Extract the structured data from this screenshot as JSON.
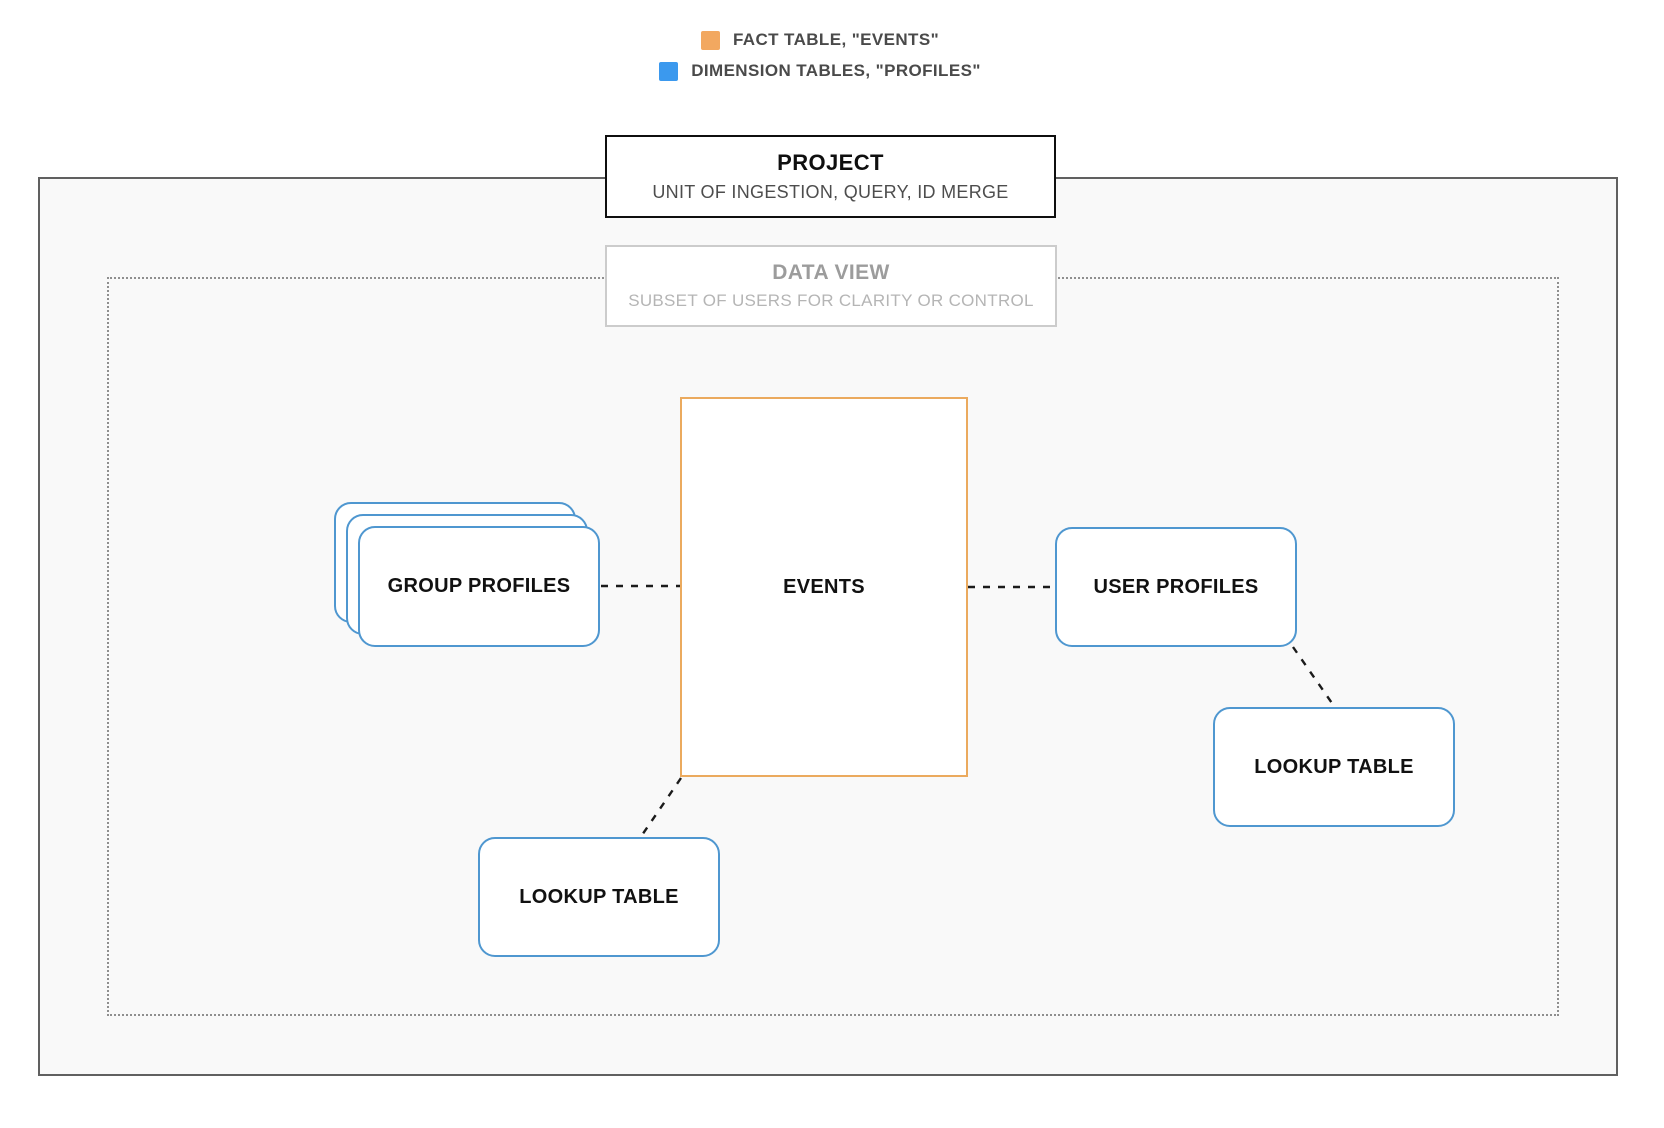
{
  "legend": {
    "items": [
      {
        "id": "fact",
        "label": "FACT TABLE, \"EVENTS\"",
        "color": "#f2a860"
      },
      {
        "id": "dimension",
        "label": "DIMENSION TABLES, \"PROFILES\"",
        "color": "#3b99ee"
      }
    ]
  },
  "boundaries": {
    "project": {
      "title": "PROJECT",
      "subtitle": "UNIT OF INGESTION, QUERY, ID MERGE"
    },
    "data_view": {
      "title": "DATA VIEW",
      "subtitle": "SUBSET OF USERS FOR CLARITY OR CONTROL"
    }
  },
  "nodes": {
    "events": {
      "label": "EVENTS",
      "type": "fact",
      "border_color": "#ebaa5e"
    },
    "group_profiles": {
      "label": "GROUP PROFILES",
      "type": "dimension",
      "border_color": "#4f97d0",
      "stacked": true
    },
    "user_profiles": {
      "label": "USER PROFILES",
      "type": "dimension",
      "border_color": "#4f97d0"
    },
    "lookup_bottom": {
      "label": "LOOKUP TABLE",
      "type": "dimension",
      "border_color": "#4f97d0"
    },
    "lookup_right": {
      "label": "LOOKUP TABLE",
      "type": "dimension",
      "border_color": "#4f97d0"
    }
  },
  "edges": [
    {
      "from": "group_profiles",
      "to": "events",
      "style": "dashed"
    },
    {
      "from": "events",
      "to": "user_profiles",
      "style": "dashed"
    },
    {
      "from": "user_profiles",
      "to": "lookup_right",
      "style": "dashed"
    },
    {
      "from": "events",
      "to": "lookup_bottom",
      "style": "dashed"
    }
  ],
  "colors": {
    "outer_border": "#606060",
    "outer_fill": "#f9f9f9",
    "dotted_border": "#8f8f8f",
    "connector": "#1b1b1b",
    "legend_text": "#4a4a4a"
  }
}
